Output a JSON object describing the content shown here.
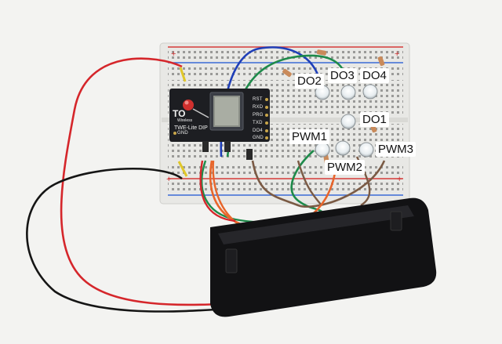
{
  "labels": {
    "do2": "DO2",
    "do3": "DO3",
    "do4": "DO4",
    "do1": "DO1",
    "pwm1": "PWM1",
    "pwm2": "PWM2",
    "pwm3": "PWM3"
  },
  "module": {
    "brand": "TO",
    "sub": "Wireless",
    "name": "TWE-Lite DIP",
    "pins": [
      "RST",
      "RXD",
      "PRG",
      "TXD",
      "DO4",
      "GND"
    ],
    "left_pin": "GND"
  },
  "rail_marks": {
    "top_left": "+",
    "top_right": "+",
    "bottom_left": "+",
    "bottom_right": "+"
  },
  "colors": {
    "board": "#e9e9e6",
    "module_pcb": "#1d1e22",
    "battery": "#121214",
    "red_wire": "#d5262b",
    "black_wire": "#151515",
    "blue_wire": "#1f3fb8",
    "green_wire": "#1e8a4a",
    "orange_wire": "#e8652a",
    "brown_wire": "#7a5a44",
    "yellow_wire": "#e0c72a"
  }
}
